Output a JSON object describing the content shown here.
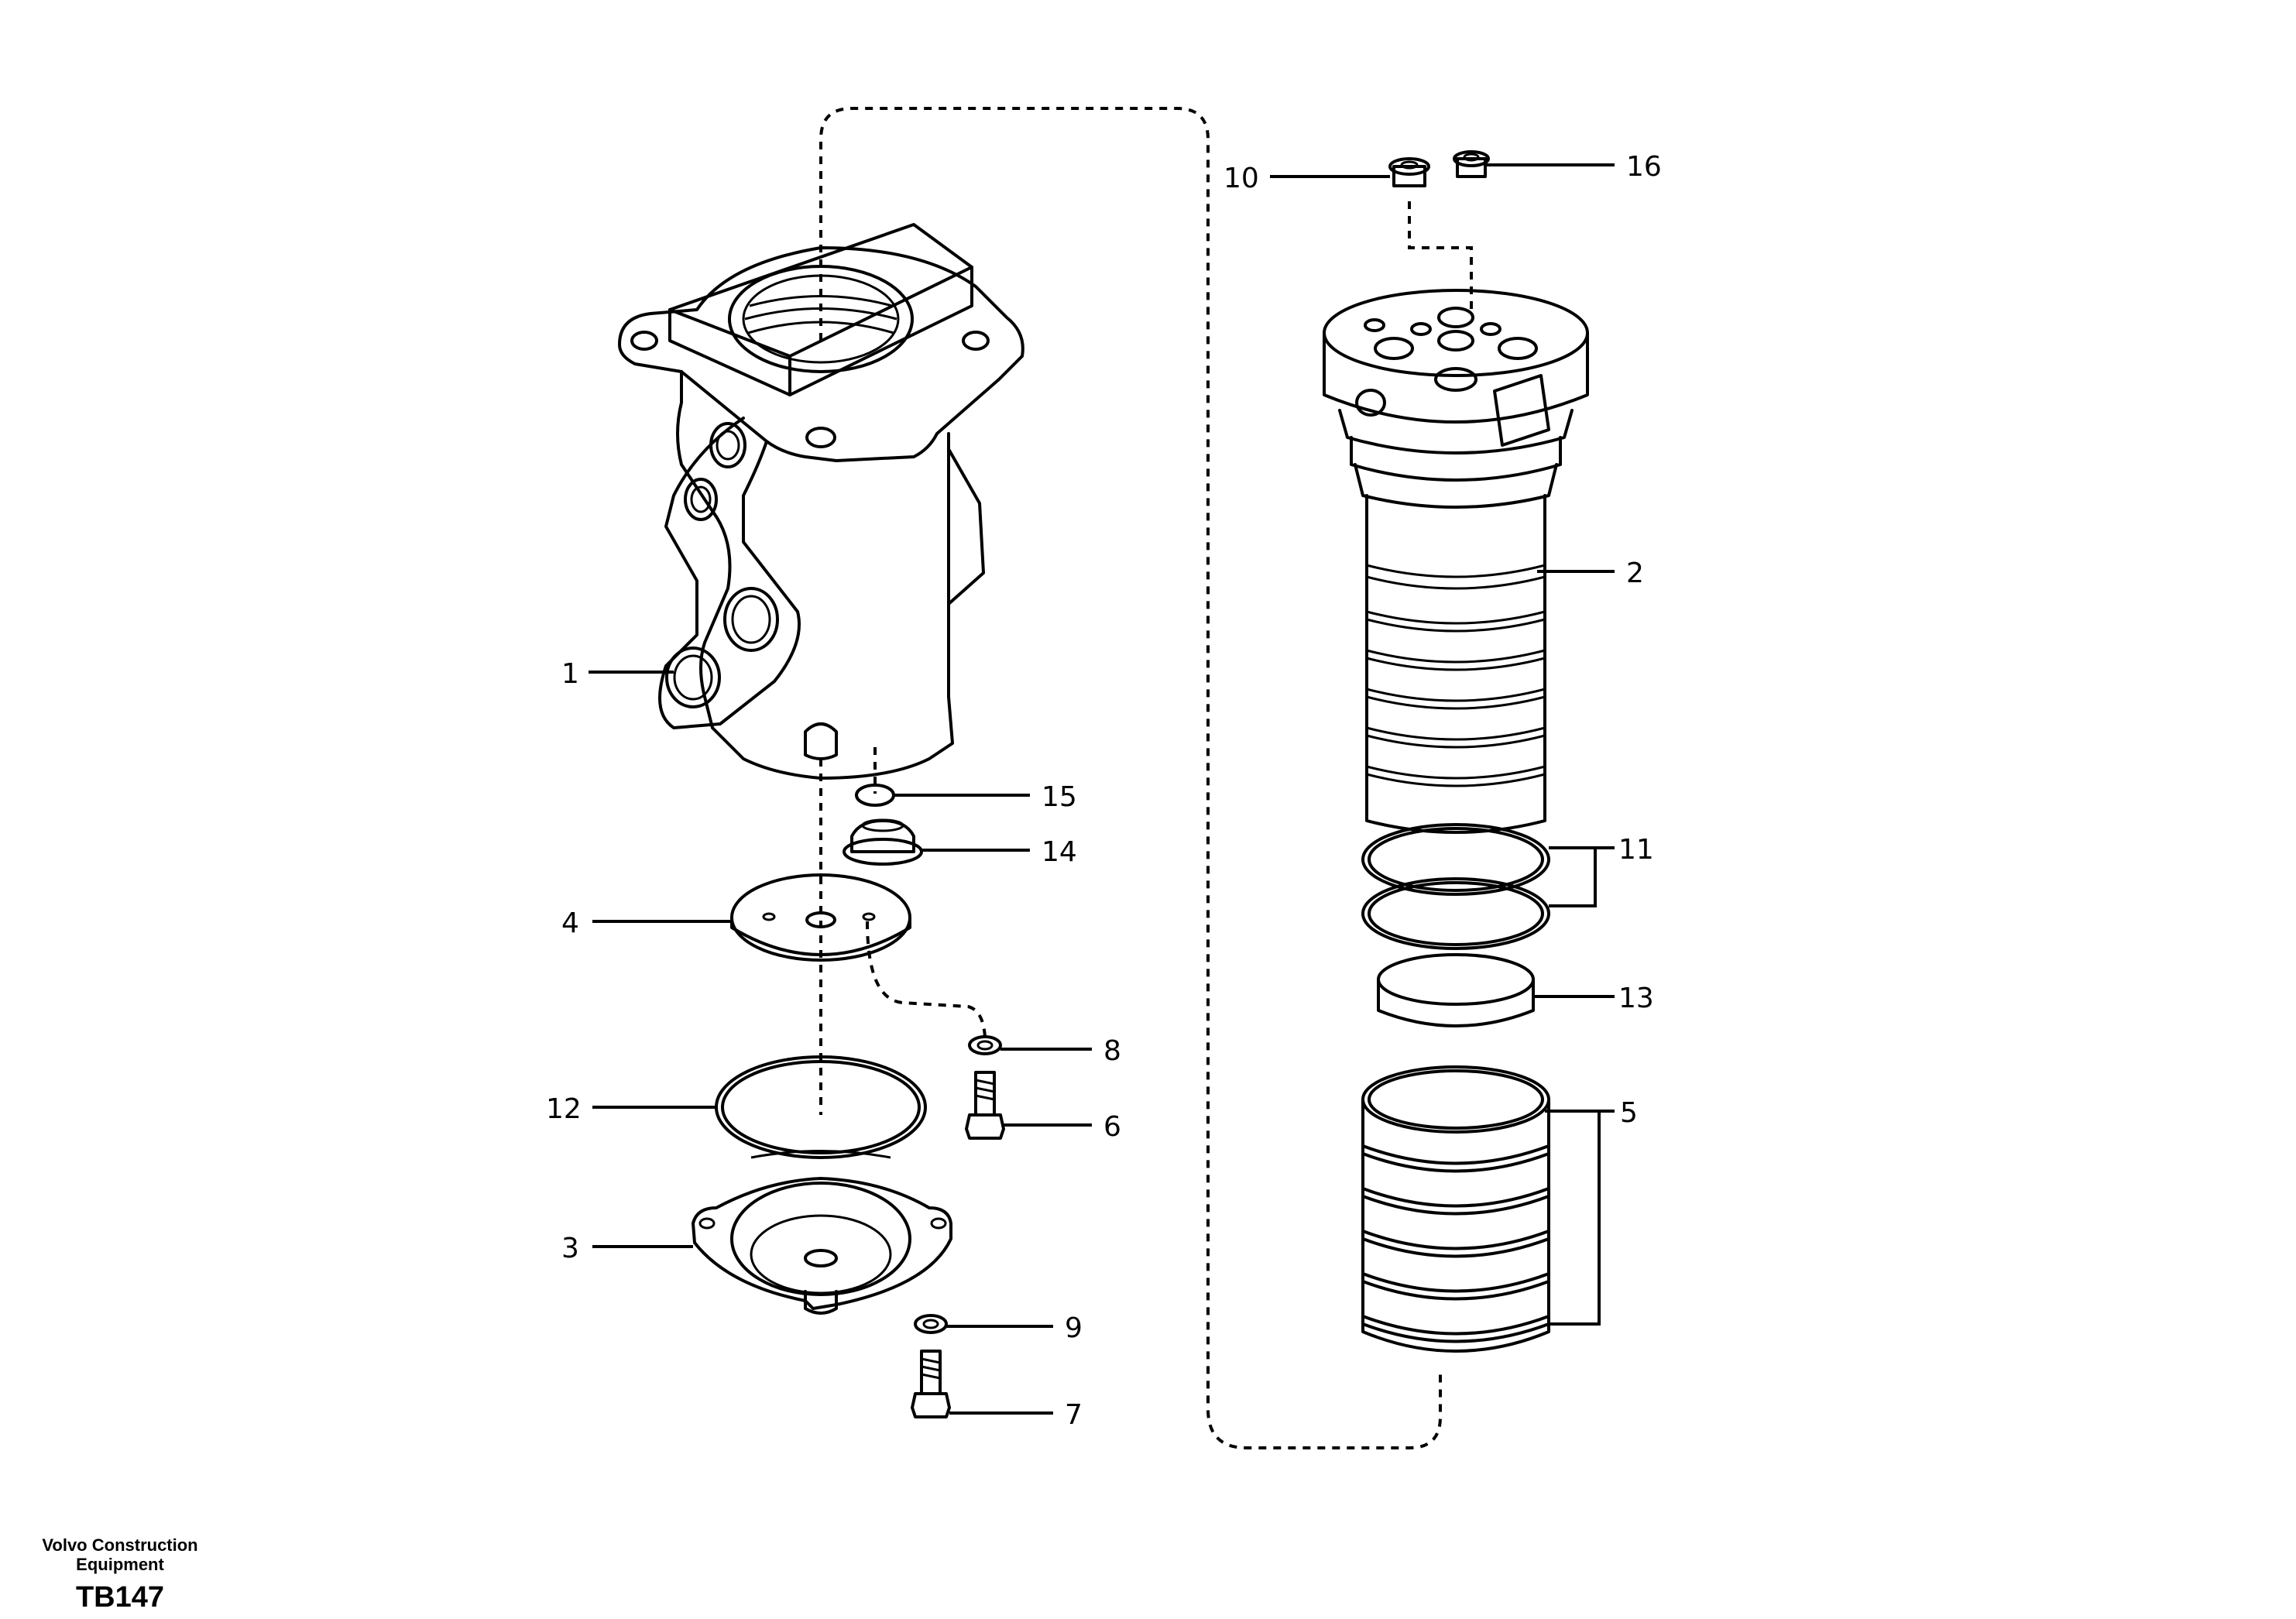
{
  "callouts": {
    "c1": "1",
    "c2": "2",
    "c3": "3",
    "c4": "4",
    "c5": "5",
    "c6": "6",
    "c7": "7",
    "c8": "8",
    "c9": "9",
    "c10": "10",
    "c11": "11",
    "c12": "12",
    "c13": "13",
    "c14": "14",
    "c15": "15",
    "c16": "16"
  },
  "footer": {
    "company_line1": "Volvo Construction",
    "company_line2": "Equipment",
    "drawing_code": "TB147"
  },
  "colors": {
    "line": "#000000",
    "background": "#ffffff"
  }
}
